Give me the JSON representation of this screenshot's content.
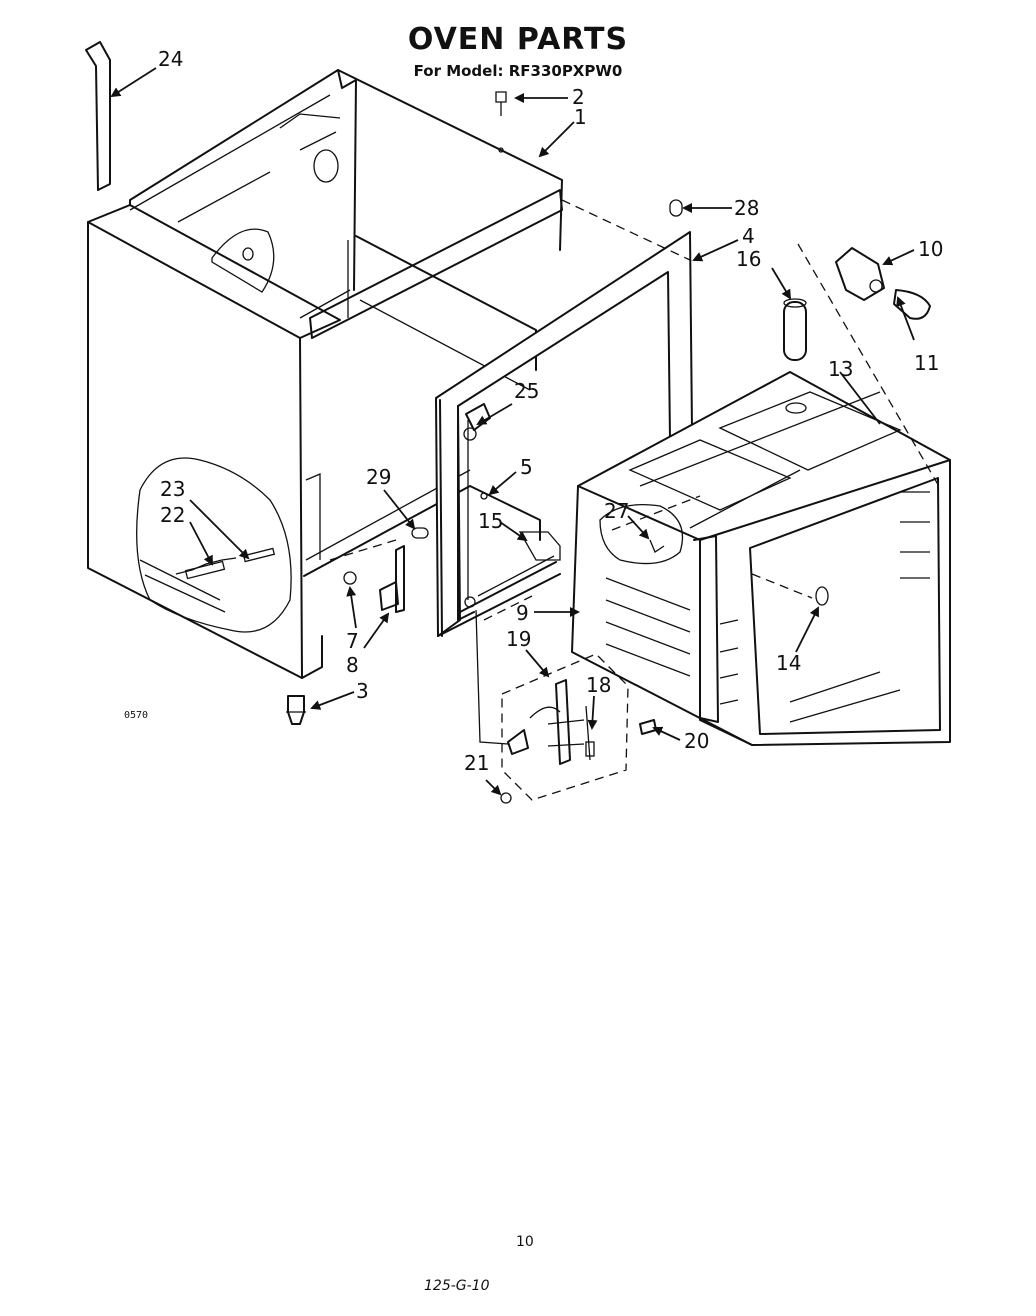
{
  "title": "OVEN PARTS",
  "subtitle": "For Model: RF330PXPW0",
  "callouts": [
    "24",
    "2",
    "1",
    "28",
    "4",
    "10",
    "16",
    "11",
    "13",
    "25",
    "5",
    "29",
    "15",
    "23",
    "22",
    "27",
    "9",
    "7",
    "8",
    "3",
    "19",
    "18",
    "14",
    "20",
    "21"
  ],
  "code": "0570",
  "page_number": "10",
  "footer": "125-G-10"
}
